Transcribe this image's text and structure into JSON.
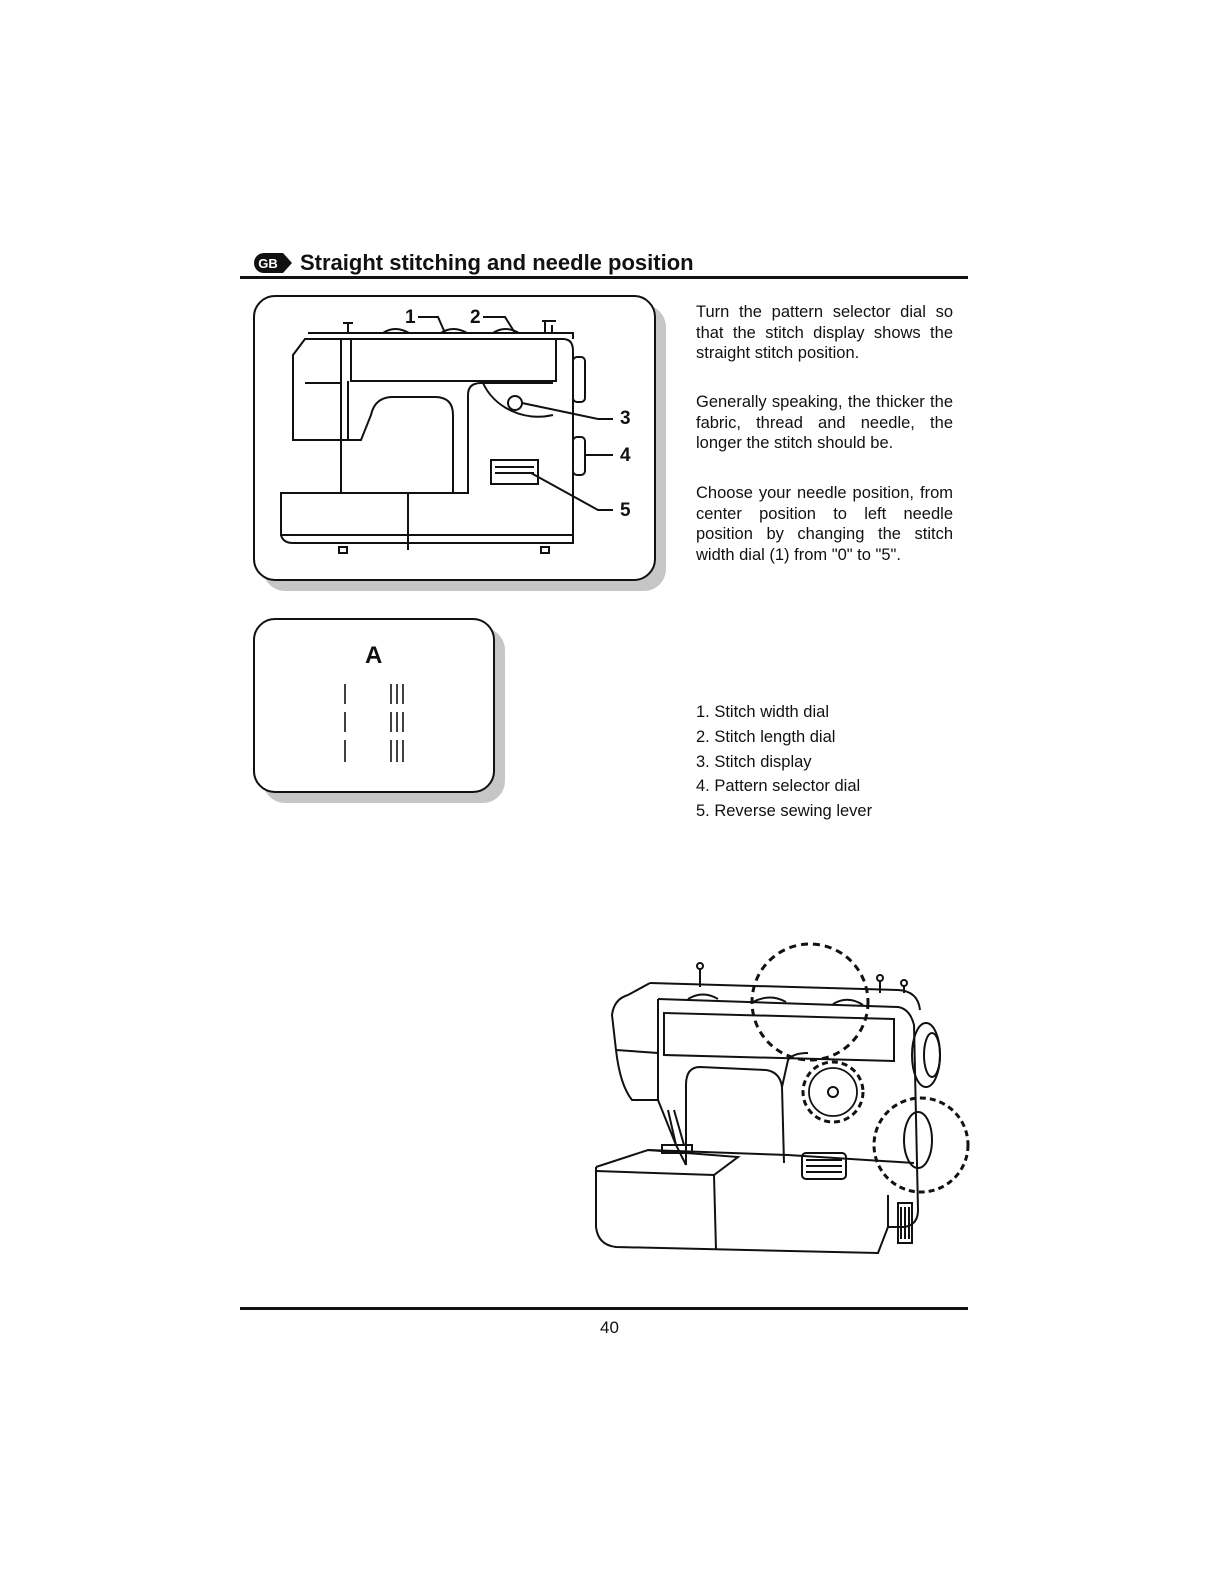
{
  "header": {
    "badge": "GB",
    "title": "Straight stitching and needle position"
  },
  "diagram": {
    "callouts": [
      "1",
      "2",
      "3",
      "4",
      "5"
    ]
  },
  "stitch_panel": {
    "label": "A"
  },
  "instructions": [
    "Turn the pattern selector dial so that the stitch display shows the straight stitch position.",
    "Generally speaking, the thicker the fabric, thread and needle, the longer the stitch should be.",
    "Choose your needle position, from center position to left needle position by changing the stitch width dial (1) from \"0\" to \"5\"."
  ],
  "legend": [
    "1. Stitch width dial",
    "2. Stitch length dial",
    "3. Stitch display",
    "4. Pattern selector dial",
    "5. Reverse sewing lever"
  ],
  "footer": {
    "page_number": "40"
  }
}
